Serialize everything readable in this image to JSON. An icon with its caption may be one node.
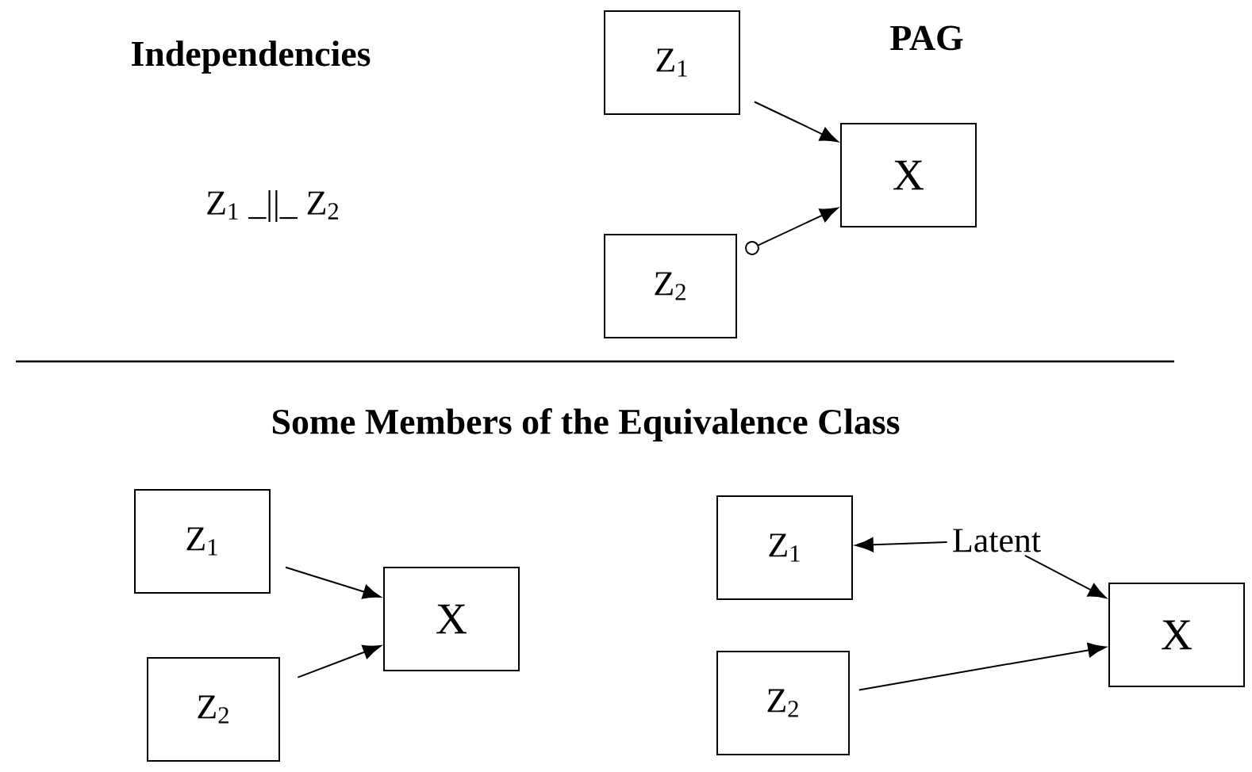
{
  "diagram": {
    "nodes": [
      {
        "text": [
          "Z$_{1}$"
        ]
      },
      {
        "text": [
          "X"
        ]
      },
      {
        "text": [
          "Z$_{2}$"
        ]
      },
      {
        "text": [
          "Z$_{1}$"
        ]
      },
      {
        "text": [
          "X"
        ]
      },
      {
        "text": [
          "Z$_{2}$"
        ]
      },
      {
        "text": [
          "Z$_{1}$"
        ]
      },
      {
        "text": [
          "Latent"
        ]
      },
      {
        "text": [
          "X"
        ]
      },
      {
        "text": [
          "Z$_{2}$"
        ]
      }
    ],
    "edges": [
      {
        "from": 0,
        "to": 1,
        "arrow": "to"
      },
      {
        "from": 2,
        "to": 1,
        "arrow": "to"
      },
      {
        "from": 3,
        "to": 4,
        "arrow": "to"
      },
      {
        "from": 5,
        "to": 4,
        "arrow": "to"
      },
      {
        "from": 7,
        "to": 6,
        "arrow": "to"
      },
      {
        "from": 7,
        "to": 8,
        "arrow": "to"
      },
      {
        "from": 9,
        "to": 8,
        "arrow": "to"
      }
    ],
    "labels": [
      "Independencies",
      "PAG",
      "Z$_{1}$ _||_ Z$_{2}$",
      "Some Members of the Equivalence Class"
    ]
  }
}
